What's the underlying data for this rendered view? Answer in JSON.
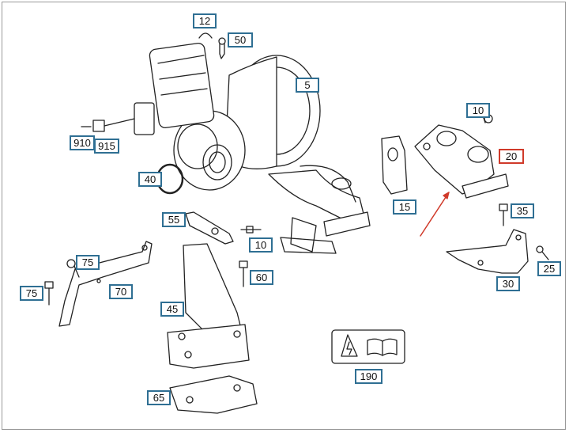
{
  "diagram": {
    "callouts": [
      {
        "id": "12",
        "label": "12"
      },
      {
        "id": "50",
        "label": "50"
      },
      {
        "id": "5",
        "label": "5"
      },
      {
        "id": "10a",
        "label": "10"
      },
      {
        "id": "910",
        "label": "910"
      },
      {
        "id": "915",
        "label": "915"
      },
      {
        "id": "20",
        "label": "20"
      },
      {
        "id": "40",
        "label": "40"
      },
      {
        "id": "15",
        "label": "15"
      },
      {
        "id": "35",
        "label": "35"
      },
      {
        "id": "55",
        "label": "55"
      },
      {
        "id": "10b",
        "label": "10"
      },
      {
        "id": "75a",
        "label": "75"
      },
      {
        "id": "25",
        "label": "25"
      },
      {
        "id": "60",
        "label": "60"
      },
      {
        "id": "30",
        "label": "30"
      },
      {
        "id": "75b",
        "label": "75"
      },
      {
        "id": "70",
        "label": "70"
      },
      {
        "id": "45",
        "label": "45"
      },
      {
        "id": "190",
        "label": "190"
      },
      {
        "id": "65",
        "label": "65"
      }
    ],
    "highlighted_callout": "20",
    "colors": {
      "callout_border": "#2f6f93",
      "highlight": "#d03a2a",
      "line_art": "#222222"
    }
  }
}
